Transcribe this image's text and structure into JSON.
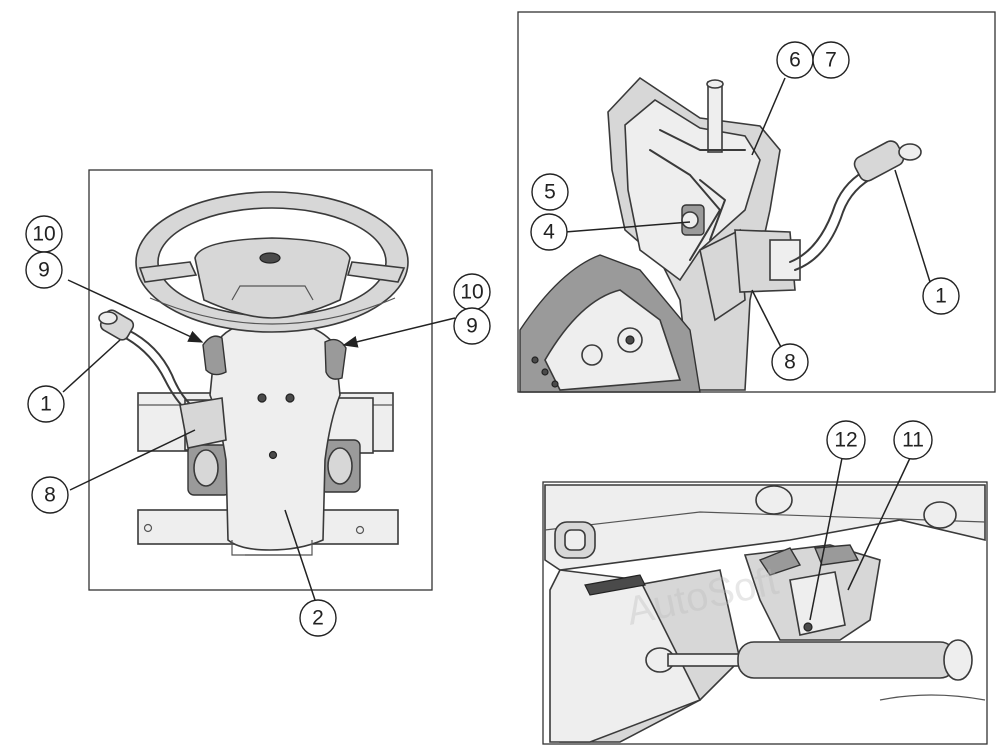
{
  "callouts": {
    "c10a": "10",
    "c9a": "9",
    "c1a": "1",
    "c8a": "8",
    "c10b": "10",
    "c9b": "9",
    "c2": "2",
    "c6": "6",
    "c7": "7",
    "c5": "5",
    "c4": "4",
    "c1b": "1",
    "c8b": "8",
    "c12": "12",
    "c11": "11"
  },
  "watermark": "AutoSoft"
}
